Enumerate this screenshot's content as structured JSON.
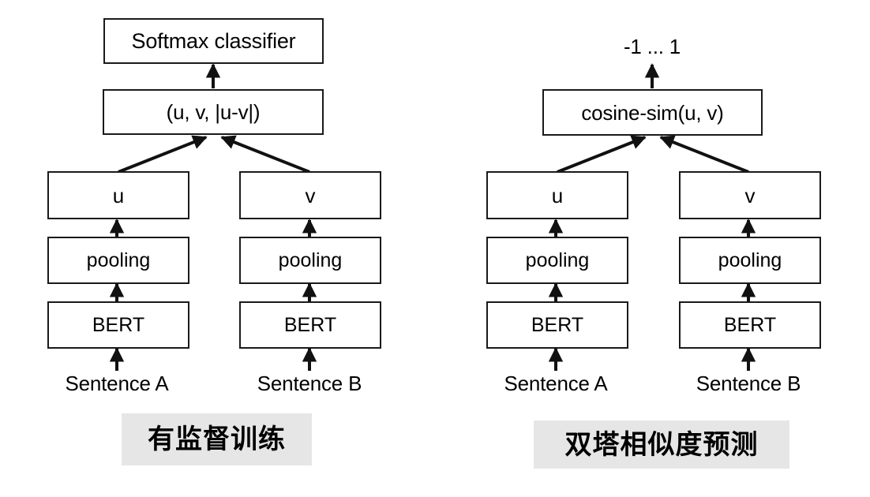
{
  "figure": {
    "background": "#ffffff",
    "line_color": "#1a1a1a",
    "caption_bg": "#e6e6e6"
  },
  "panels": [
    {
      "id": "supervised",
      "top_output_box": "Softmax classifier",
      "concat_box": "(u, v, |u-v|)",
      "left_tower": {
        "embedding": "u",
        "pooling": "pooling",
        "encoder": "BERT",
        "input": "Sentence A"
      },
      "right_tower": {
        "embedding": "v",
        "pooling": "pooling",
        "encoder": "BERT",
        "input": "Sentence B"
      },
      "caption": "有监督训练"
    },
    {
      "id": "inference",
      "top_output_text": "-1 ... 1",
      "score_box": "cosine-sim(u, v)",
      "left_tower": {
        "embedding": "u",
        "pooling": "pooling",
        "encoder": "BERT",
        "input": "Sentence A"
      },
      "right_tower": {
        "embedding": "v",
        "pooling": "pooling",
        "encoder": "BERT",
        "input": "Sentence B"
      },
      "caption": "双塔相似度预测"
    }
  ]
}
